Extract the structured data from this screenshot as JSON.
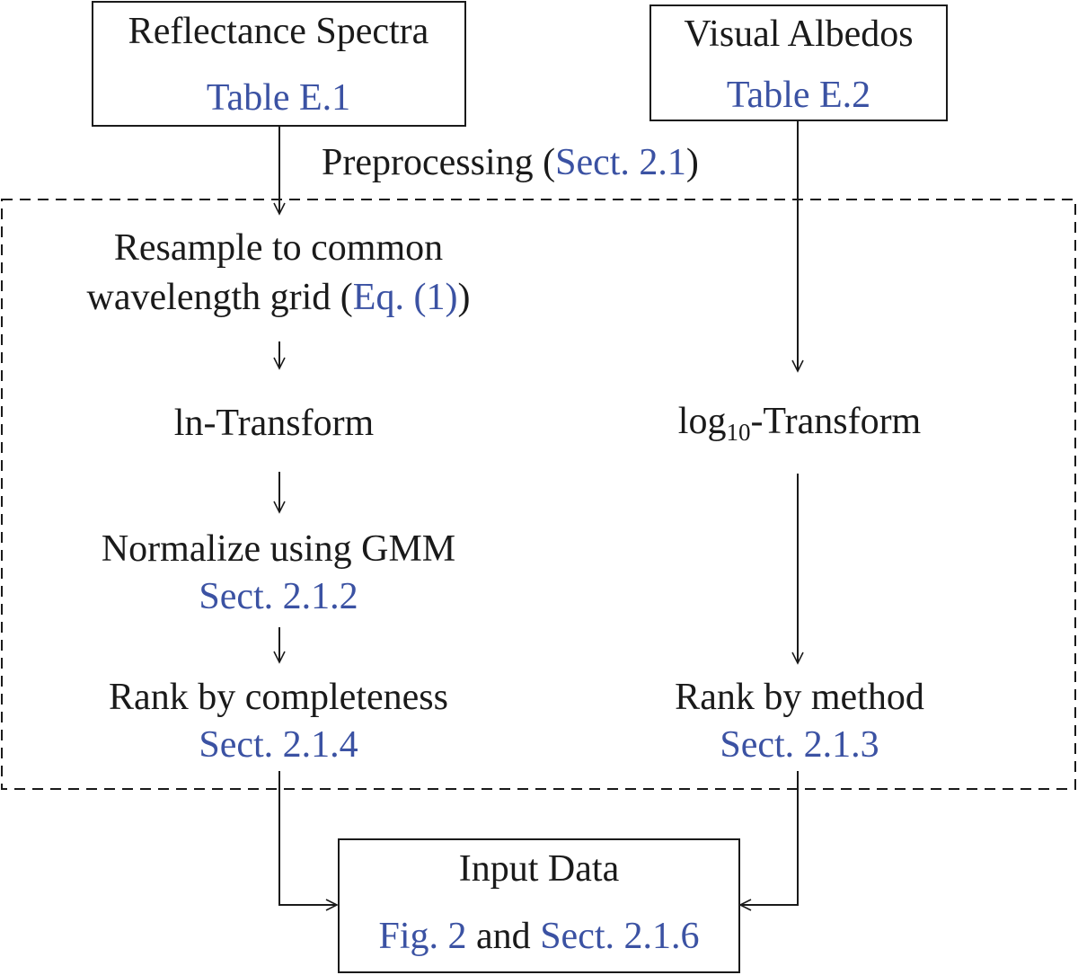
{
  "diagram": {
    "source_left": {
      "title": "Reflectance Spectra",
      "ref": "Table E.1"
    },
    "source_right": {
      "title": "Visual Albedos",
      "ref": "Table E.2"
    },
    "preprocessing": {
      "label": "Preprocessing (",
      "ref": "Sect. 2.1",
      "close": ")"
    },
    "left_steps": {
      "resample": {
        "line1": "Resample to common",
        "line2_prefix": "wavelength grid (",
        "ref": "Eq. (1)",
        "line2_suffix": ")"
      },
      "ln_transform": {
        "label": "ln-Transform"
      },
      "normalize": {
        "label": "Normalize using GMM",
        "ref": "Sect. 2.1.2"
      },
      "rank_completeness": {
        "label": "Rank by completeness",
        "ref": "Sect. 2.1.4"
      }
    },
    "right_steps": {
      "log_transform": {
        "prefix": "log",
        "subscript": "10",
        "suffix": "-Transform"
      },
      "rank_method": {
        "label": "Rank by method",
        "ref": "Sect. 2.1.3"
      }
    },
    "output": {
      "title": "Input Data",
      "ref1": "Fig. 2",
      "joiner": " and ",
      "ref2": "Sect. 2.1.6"
    },
    "colors": {
      "reference_link": "#3b52a3",
      "text": "#1a1a1a"
    }
  }
}
